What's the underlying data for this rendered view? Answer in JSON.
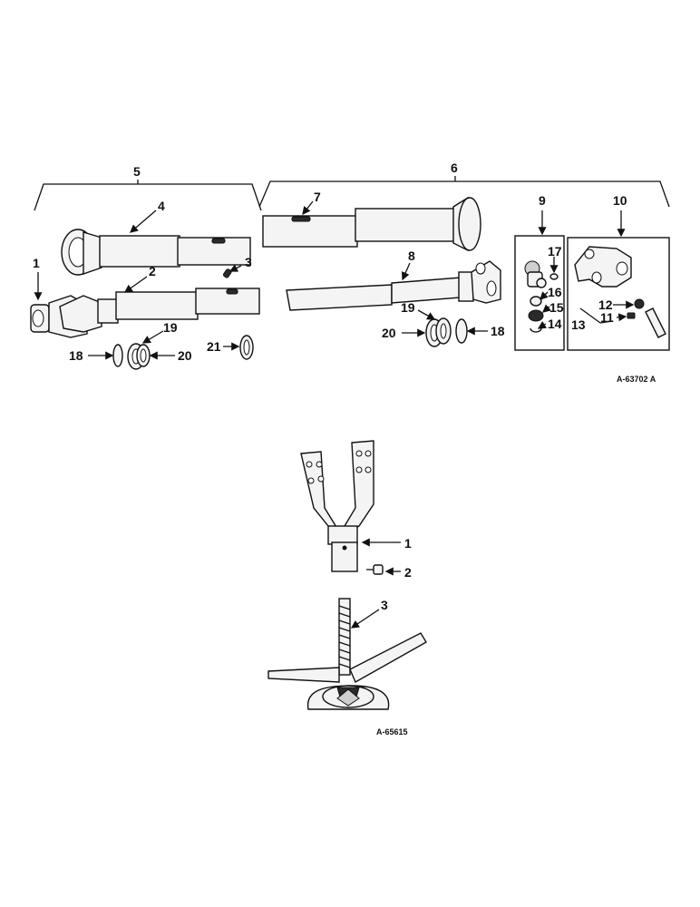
{
  "top_diagram": {
    "code": "A-63702 A",
    "labels": [
      "1",
      "2",
      "3",
      "4",
      "5",
      "6",
      "7",
      "8",
      "9",
      "10",
      "11",
      "12",
      "13",
      "14",
      "15",
      "16",
      "17",
      "18",
      "19",
      "20",
      "21",
      "18",
      "19",
      "20"
    ]
  },
  "bottom_diagram": {
    "code": "A-65615",
    "labels": [
      "1",
      "2",
      "3"
    ]
  }
}
